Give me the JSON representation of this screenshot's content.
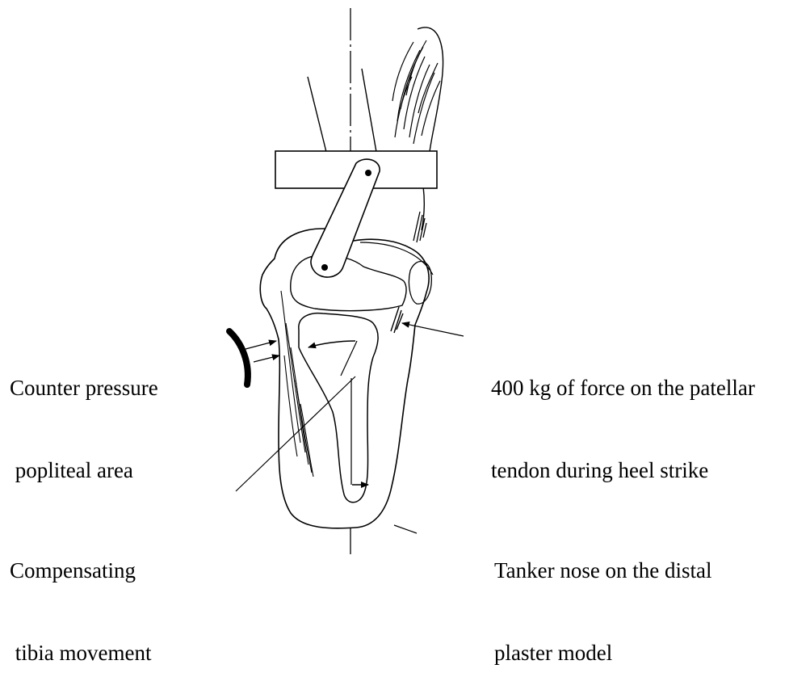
{
  "labels": {
    "counter_pressure": {
      "line1": "Counter pressure",
      "line2": " popliteal area"
    },
    "patellar_force": {
      "line1": "400 kg of force on the patellar",
      "line2": "tendon during heel strike"
    },
    "tibia_movement": {
      "line1": "Compensating",
      "line2": " tibia movement"
    },
    "tanker_nose": {
      "line1": "Tanker nose on the distal",
      "line2": "plaster model"
    }
  },
  "colors": {
    "ink": "#000000",
    "background": "#ffffff"
  }
}
